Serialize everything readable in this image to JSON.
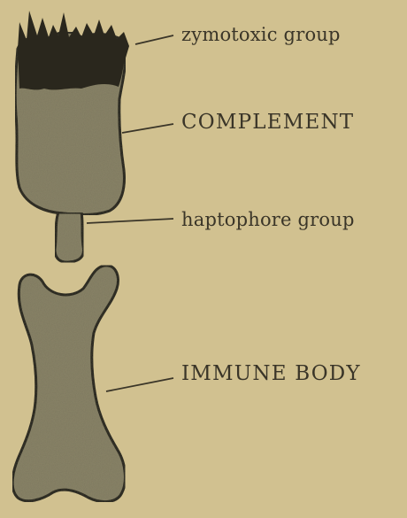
{
  "diagram": {
    "labels": {
      "zymotoxic": "zymotoxic group",
      "complement": "COMPLEMENT",
      "haptophore": "haptophore group",
      "immune_body": "IMMUNE BODY"
    },
    "colors": {
      "background": "#d1c190",
      "body_fill": "#8a8467",
      "outline": "#1e1c15",
      "dark_fringe": "#2a271d",
      "text": "#3a3528"
    }
  }
}
